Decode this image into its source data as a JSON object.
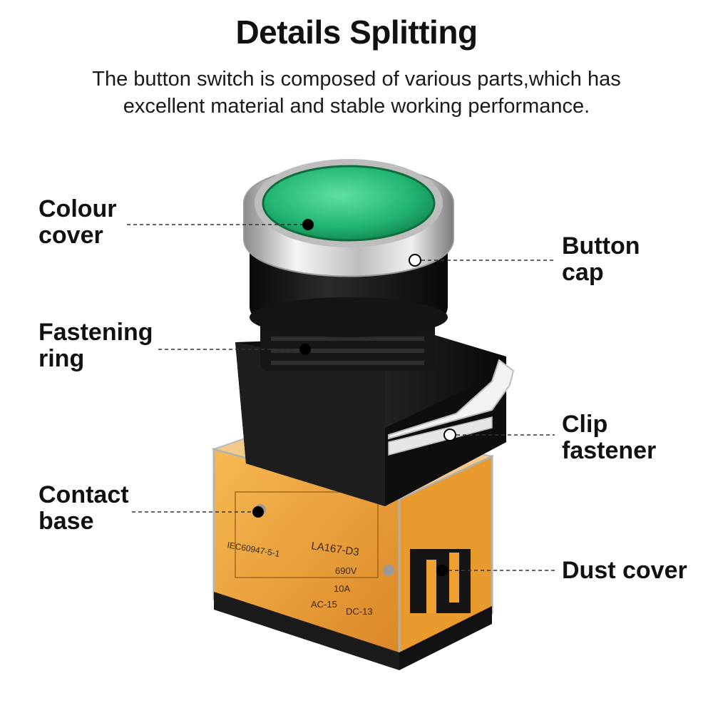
{
  "title": "Details Splitting",
  "subtitle": {
    "line1": "The button switch is composed of various parts,which has",
    "line2": "excellent material and stable working performance."
  },
  "labels": {
    "colour_cover": [
      "Colour",
      "cover"
    ],
    "button_cap": [
      "Button",
      "cap"
    ],
    "fastening_ring": [
      "Fastening",
      "ring"
    ],
    "clip_fastener": [
      "Clip",
      "fastener"
    ],
    "contact_base": [
      "Contact",
      "base"
    ],
    "dust_cover": "Dust cover"
  },
  "product_markings": {
    "model": "LA167-D3",
    "voltage": "690V",
    "current": "10A",
    "ac": "AC-15",
    "dc": "DC-13",
    "standard": "IEC60947-5-1"
  },
  "colors": {
    "lens_green": "#22b573",
    "chrome": "#d9d9d9",
    "housing_black": "#151515",
    "base_orange": "#f2a02a",
    "clip_white": "#f2f2f2"
  }
}
